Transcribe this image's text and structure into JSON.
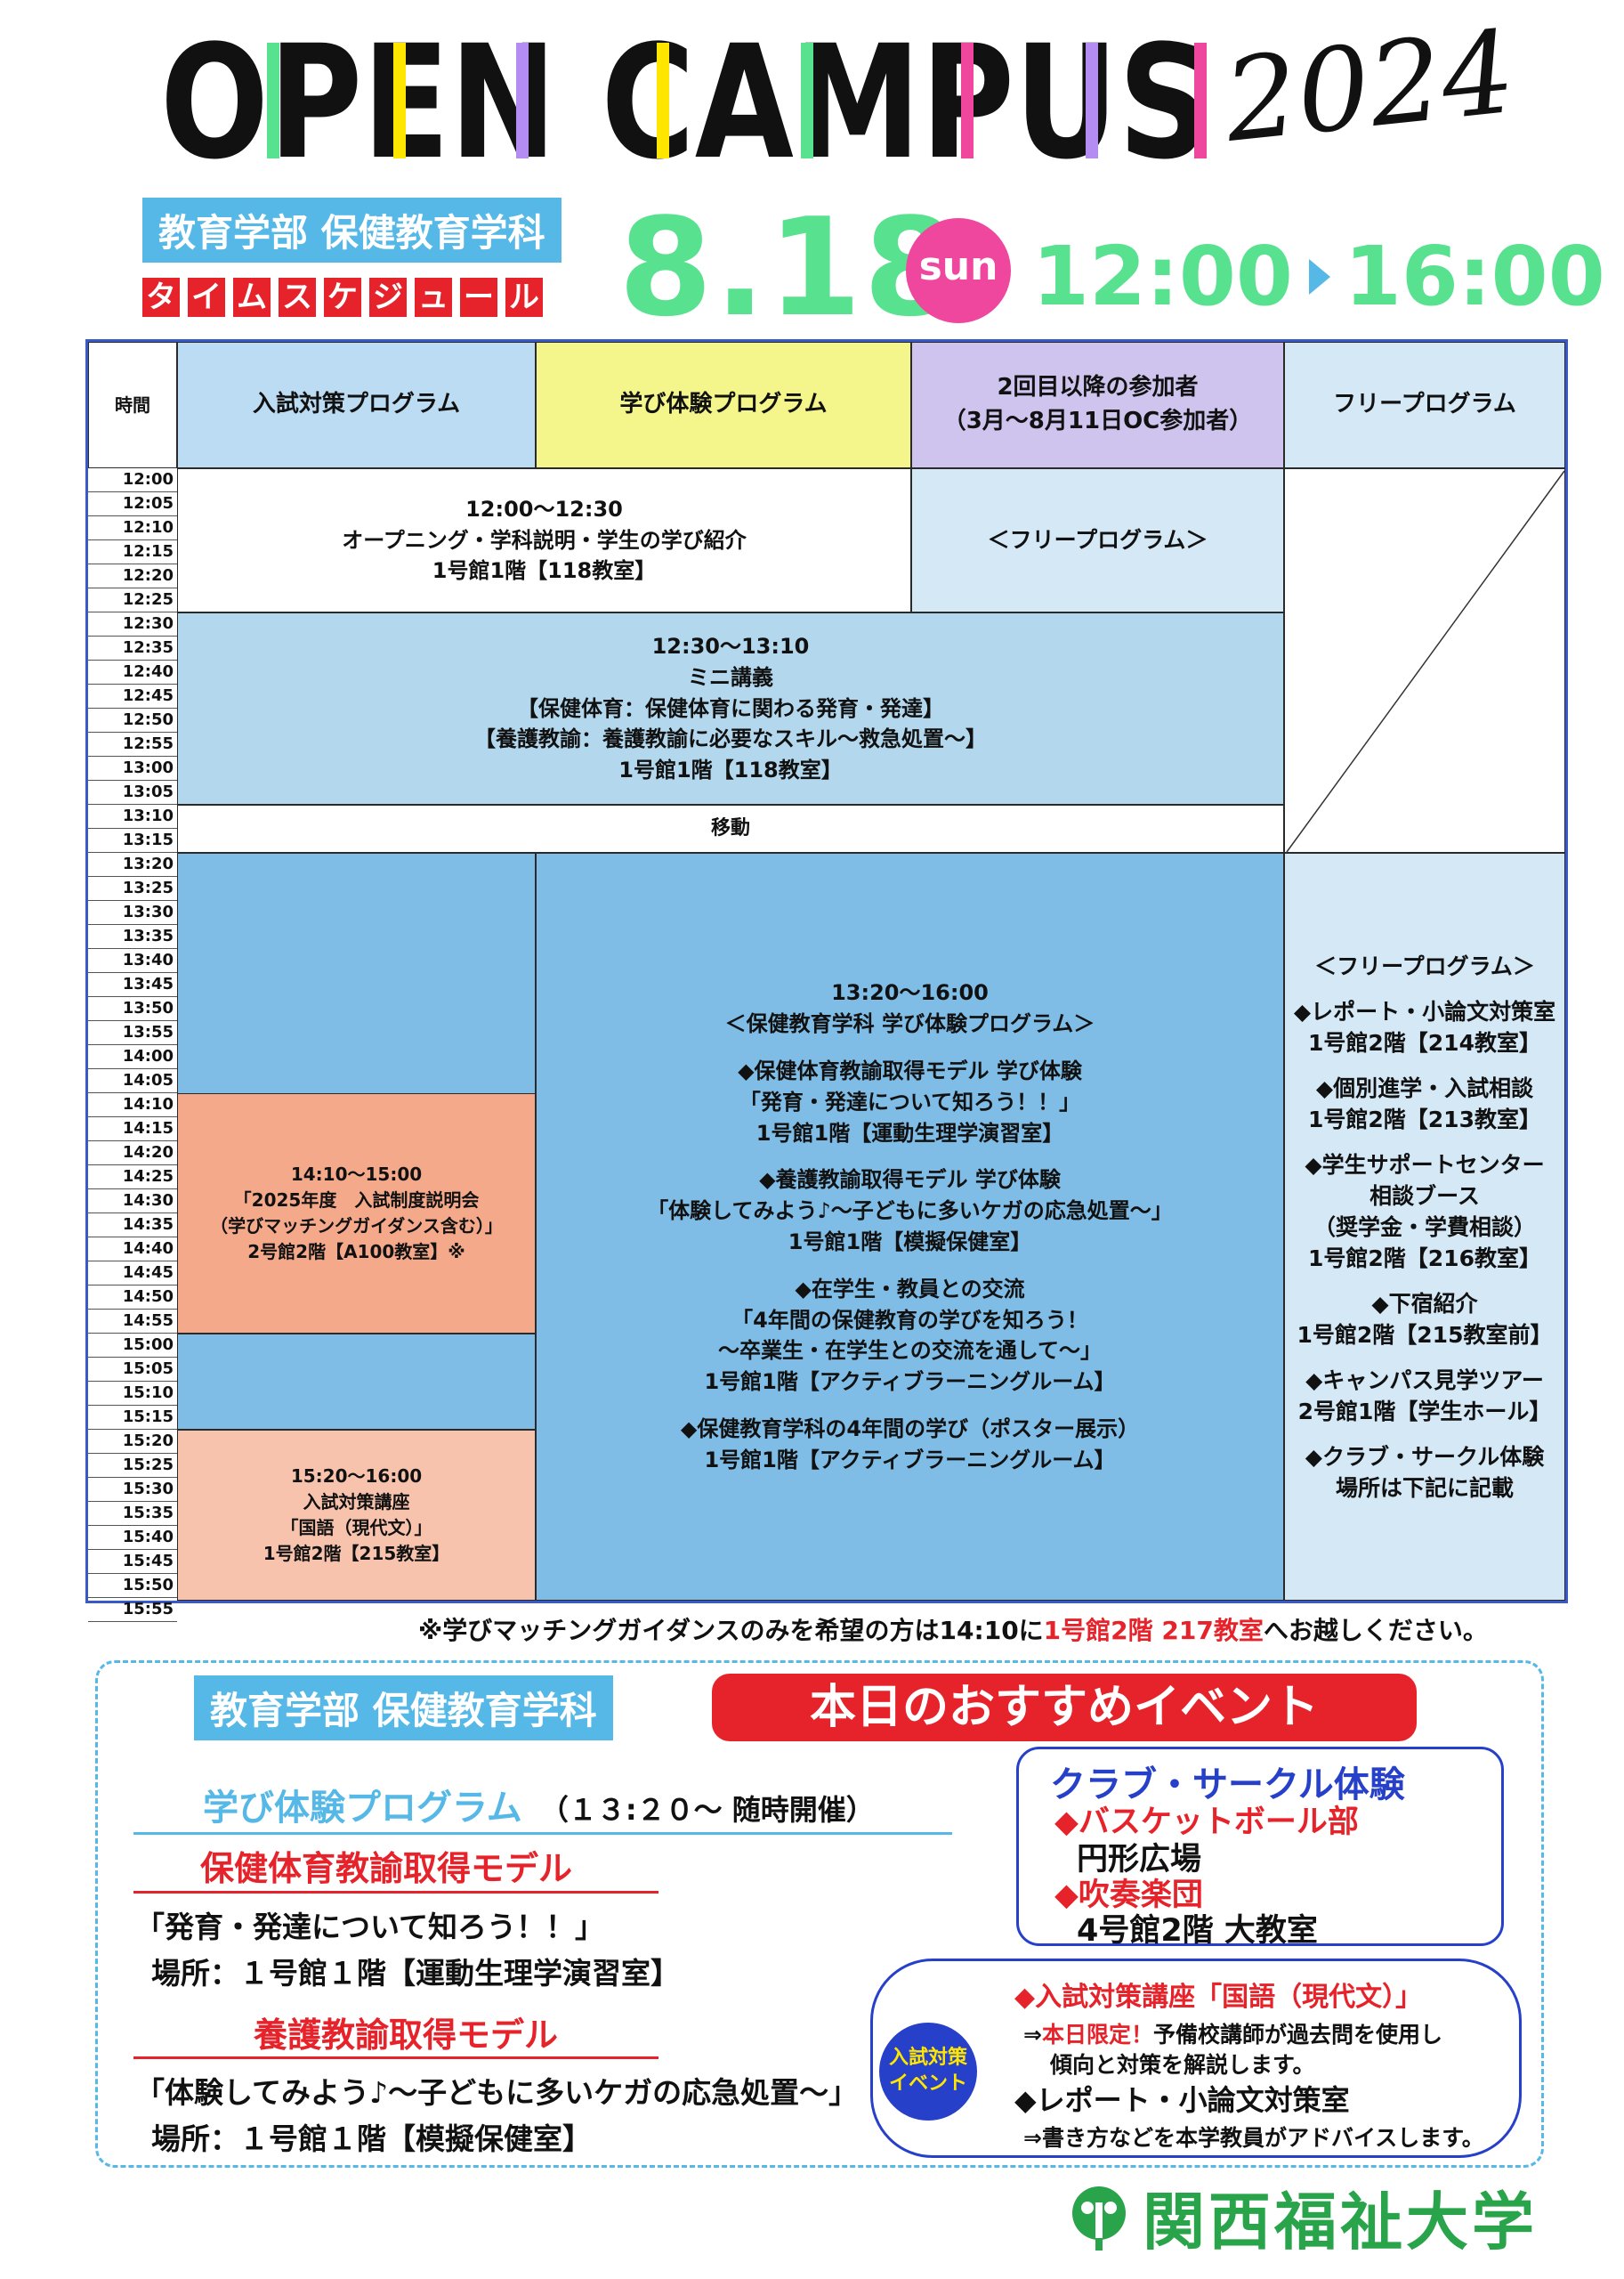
{
  "header": {
    "title": "OPEN CAMPUS",
    "year": "2024",
    "department": "教育学部 保健教育学科",
    "schedule_chars": [
      "タ",
      "イ",
      "ム",
      "ス",
      "ケ",
      "ジ",
      "ュ",
      "ー",
      "ル"
    ],
    "date": "8.18",
    "weekday": "sun",
    "start_time": "12:00",
    "end_time": "16:00"
  },
  "grid": {
    "col_time": "時間",
    "col1": "入試対策プログラム",
    "col2": "学び体験プログラム",
    "col3_line1": "2回目以降の参加者",
    "col3_line2": "（3月～8月11日OC参加者）",
    "col4": "フリープログラム",
    "times": [
      "12:00",
      "12:05",
      "12:10",
      "12:15",
      "12:20",
      "12:25",
      "12:30",
      "12:35",
      "12:40",
      "12:45",
      "12:50",
      "12:55",
      "13:00",
      "13:05",
      "13:10",
      "13:15",
      "13:20",
      "13:25",
      "13:30",
      "13:35",
      "13:40",
      "13:45",
      "13:50",
      "13:55",
      "14:00",
      "14:05",
      "14:10",
      "14:15",
      "14:20",
      "14:25",
      "14:30",
      "14:35",
      "14:40",
      "14:45",
      "14:50",
      "14:55",
      "15:00",
      "15:05",
      "15:10",
      "15:15",
      "15:20",
      "15:25",
      "15:30",
      "15:35",
      "15:40",
      "15:45",
      "15:50",
      "15:55"
    ],
    "opening": [
      "12:00～12:30",
      "オープニング・学科説明・学生の学び紹介",
      "1号館1階【118教室】"
    ],
    "free_program_short": "＜フリープログラム＞",
    "mini": [
      "12:30～13:10",
      "ミニ講義",
      "【保健体育：保健体育に関わる発育・発達】",
      "【養護教諭：養護教諭に必要なスキル～救急処置～】",
      "1号館1階【118教室】"
    ],
    "move": "移動",
    "main": [
      "13:20～16:00",
      "＜保健教育学科 学び体験プログラム＞",
      "",
      "◆保健体育教諭取得モデル 学び体験",
      "「発育・発達について知ろう！！」",
      "1号館1階【運動生理学演習室】",
      "",
      "◆養護教諭取得モデル 学び体験",
      "「体験してみよう♪～子どもに多いケガの応急処置～」",
      "1号館1階【模擬保健室】",
      "",
      "◆在学生・教員との交流",
      "「4年間の保健教育の学びを知ろう！",
      "～卒業生・在学生との交流を通して～」",
      "1号館1階【アクティブラーニングルーム】",
      "",
      "◆保健教育学科の4年間の学び（ポスター展示）",
      "1号館1階【アクティブラーニングルーム】"
    ],
    "exam1": [
      "14:10～15:00",
      "「2025年度　入試制度説明会",
      "（学びマッチングガイダンス含む）」",
      "2号館2階【A100教室】※"
    ],
    "exam2": [
      "15:20～16:00",
      "入試対策講座",
      "「国語（現代文）」",
      "1号館2階【215教室】"
    ],
    "free": [
      "＜フリープログラム＞",
      "",
      "◆レポート・小論文対策室",
      "1号館2階【214教室】",
      "",
      "◆個別進学・入試相談",
      "1号館2階【213教室】",
      "",
      "◆学生サポートセンター",
      "相談ブース",
      "（奨学金・学費相談）",
      "1号館2階【216教室】",
      "",
      "◆下宿紹介",
      "1号館2階【215教室前】",
      "",
      "◆キャンパス見学ツアー",
      "2号館1階【学生ホール】",
      "",
      "◆クラブ・サークル体験",
      "場所は下記に記載"
    ]
  },
  "note": {
    "prefix": "※学びマッチングガイダンスのみを希望の方は14:10に",
    "highlight": "1号館2階 217教室",
    "suffix": "へお越しください。"
  },
  "events": {
    "department": "教育学部 保健教育学科",
    "banner": "本日のおすすめイベント",
    "program_title": "学び体験プログラム",
    "program_time": "（１３:２０～ 随時開催）",
    "model1_title": "保健体育教諭取得モデル",
    "model1_desc": "「発育・発達について知ろう！！」",
    "model1_place": "場所：１号館１階【運動生理学演習室】",
    "model2_title": "養護教諭取得モデル",
    "model2_desc": "「体験してみよう♪～子どもに多いケガの応急処置～」",
    "model2_place": "場所：１号館１階【模擬保健室】",
    "club_title": "クラブ・サークル体験",
    "club1_name": "◆バスケットボール部",
    "club1_place": "円形広場",
    "club2_name": "◆吹奏楽団",
    "club2_place": "4号館2階 大教室",
    "exam_badge_line1": "入試対策",
    "exam_badge_line2": "イベント",
    "exam1_title": "◆入試対策講座「国語（現代文）」",
    "exam1_arrow": "⇒",
    "exam1_limited": "本日限定！",
    "exam1_desc1": "予備校講師が過去問を使用し",
    "exam1_desc2": "傾向と対策を解説します。",
    "exam2_title": "◆レポート・小論文対策室",
    "exam2_desc": "⇒書き方などを本学教員がアドバイスします。"
  },
  "logo": {
    "name": "関西福祉大学"
  },
  "colors": {
    "accent_green": "#58e28f",
    "accent_blue": "#56b8e6",
    "accent_red": "#e6232a",
    "accent_pink": "#f0479e",
    "frame_blue": "#3a59c8",
    "logo_green": "#2aa44a"
  }
}
